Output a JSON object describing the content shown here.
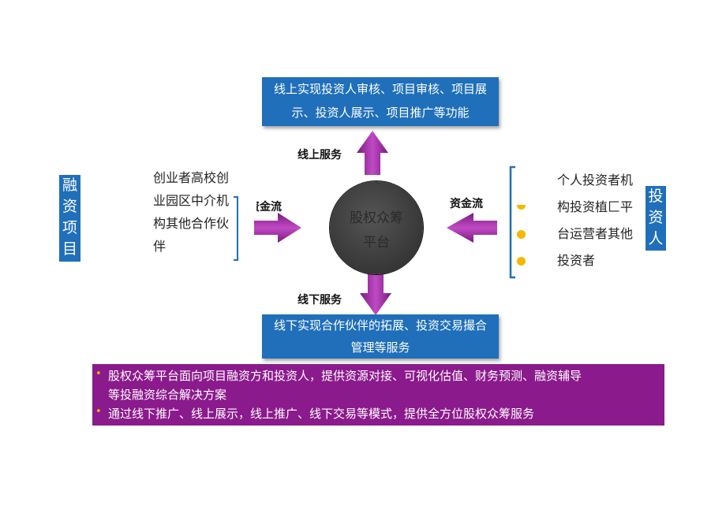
{
  "top_box": {
    "lines": [
      "线上实现投资人审核、项目审核、项目展",
      "示、投资人展示、项目推广等功能"
    ]
  },
  "online_service": "线上服务",
  "offline_service": "线下服务",
  "bottom_box": {
    "lines": [
      "线下实现合作伙伴的拓展、投资交易撮合",
      "管理等服务"
    ]
  },
  "left_label": [
    "融",
    "资",
    "项",
    "目"
  ],
  "right_label": [
    "投",
    "资",
    "人"
  ],
  "left_text": [
    "创业者高校创",
    "业园区中介机",
    "构其他合作伙",
    "伴"
  ],
  "right_text": [
    "个人投资者机",
    "构投资植匚平",
    "台运营者其他",
    "投资者"
  ],
  "left_flow": "资金流",
  "right_flow": "资金流",
  "hub": [
    "股权众筹",
    "平台"
  ],
  "summary": {
    "bullets": [
      [
        "股权众筹平台面向项目融资方和投资人，提供资源对接、可视化估值、财务预测、融资辅导",
        "等投融资综合解决方案"
      ],
      [
        "通过线下推广、线上展示，线上推广、线下交易等模式，提供全方位股权众筹服务"
      ]
    ]
  },
  "colors": {
    "blue": "#1f6fba",
    "purple_band": "#8b1a8c",
    "arrow": "#a326a8",
    "bullet": "#f5b800",
    "hub": "#3b3b3b"
  }
}
